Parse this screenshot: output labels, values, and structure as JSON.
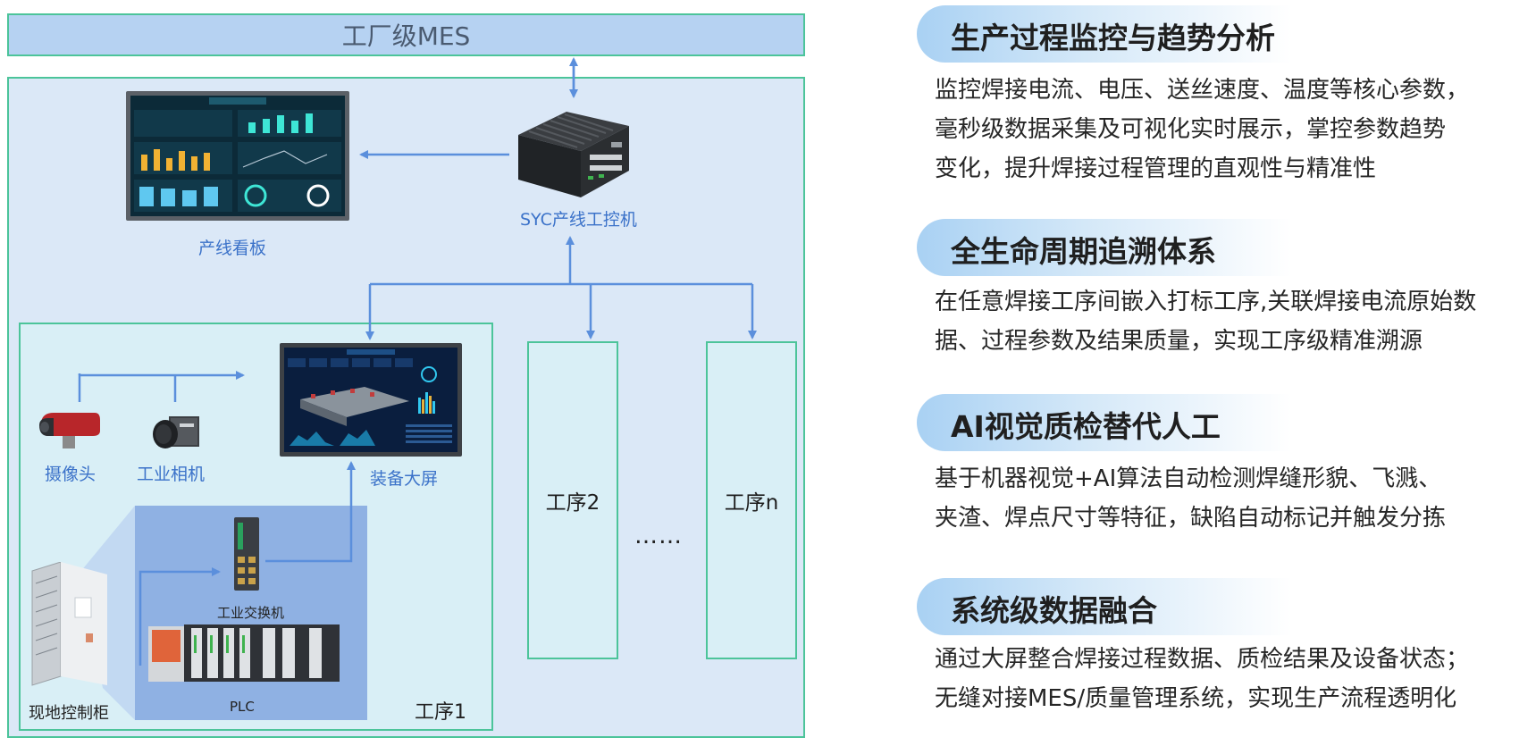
{
  "diagram": {
    "mes_label": "工厂级MES",
    "kanban_label": "产线看板",
    "ipc_label": "SYC产线工控机",
    "camera_label": "摄像头",
    "industrial_camera_label": "工业相机",
    "big_screen_label": "装备大屏",
    "switch_label": "工业交换机",
    "cabinet_label": "现地控制柜",
    "plc_label": "PLC",
    "process1_label": "工序1",
    "process2_label": "工序2",
    "processn_label": "工序n",
    "ellipsis": "……",
    "colors": {
      "arrow": "#5b8fdc",
      "border": "#4cc49a",
      "mes_fill": "#b6d2f2",
      "panel_fill": "#dbe8f7",
      "process_fill": "#d9eff6"
    }
  },
  "features": [
    {
      "title": "生产过程监控与趋势分析",
      "lines": [
        "监控焊接电流、电压、送丝速度、温度等核心参数，",
        "毫秒级数据采集及可视化实时展示，掌控参数趋势",
        "变化，提升焊接过程管理的直观性与精准性"
      ]
    },
    {
      "title": "全生命周期追溯体系",
      "lines": [
        "在任意焊接工序间嵌入打标工序,关联焊接电流原始数",
        "据、过程参数及结果质量，实现工序级精准溯源"
      ]
    },
    {
      "title": "AI视觉质检替代人工",
      "lines": [
        "基于机器视觉+AI算法自动检测焊缝形貌、飞溅、",
        "夹渣、焊点尺寸等特征，缺陷自动标记并触发分拣"
      ]
    },
    {
      "title": "系统级数据融合",
      "lines": [
        "通过大屏整合焊接过程数据、质检结果及设备状态；",
        "无缝对接MES/质量管理系统，实现生产流程透明化"
      ]
    }
  ]
}
